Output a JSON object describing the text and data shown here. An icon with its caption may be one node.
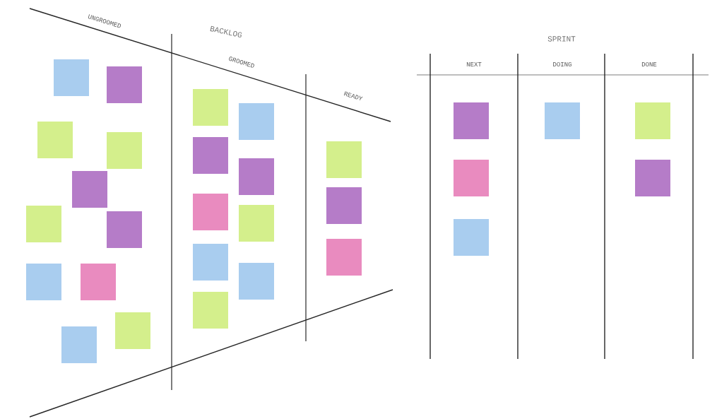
{
  "diagram": {
    "labels": [
      "UNGROOMED",
      "BACKLOG",
      "GROOMED",
      "READY",
      "SPRINT",
      "NEXT",
      "DOING",
      "DONE"
    ]
  }
}
